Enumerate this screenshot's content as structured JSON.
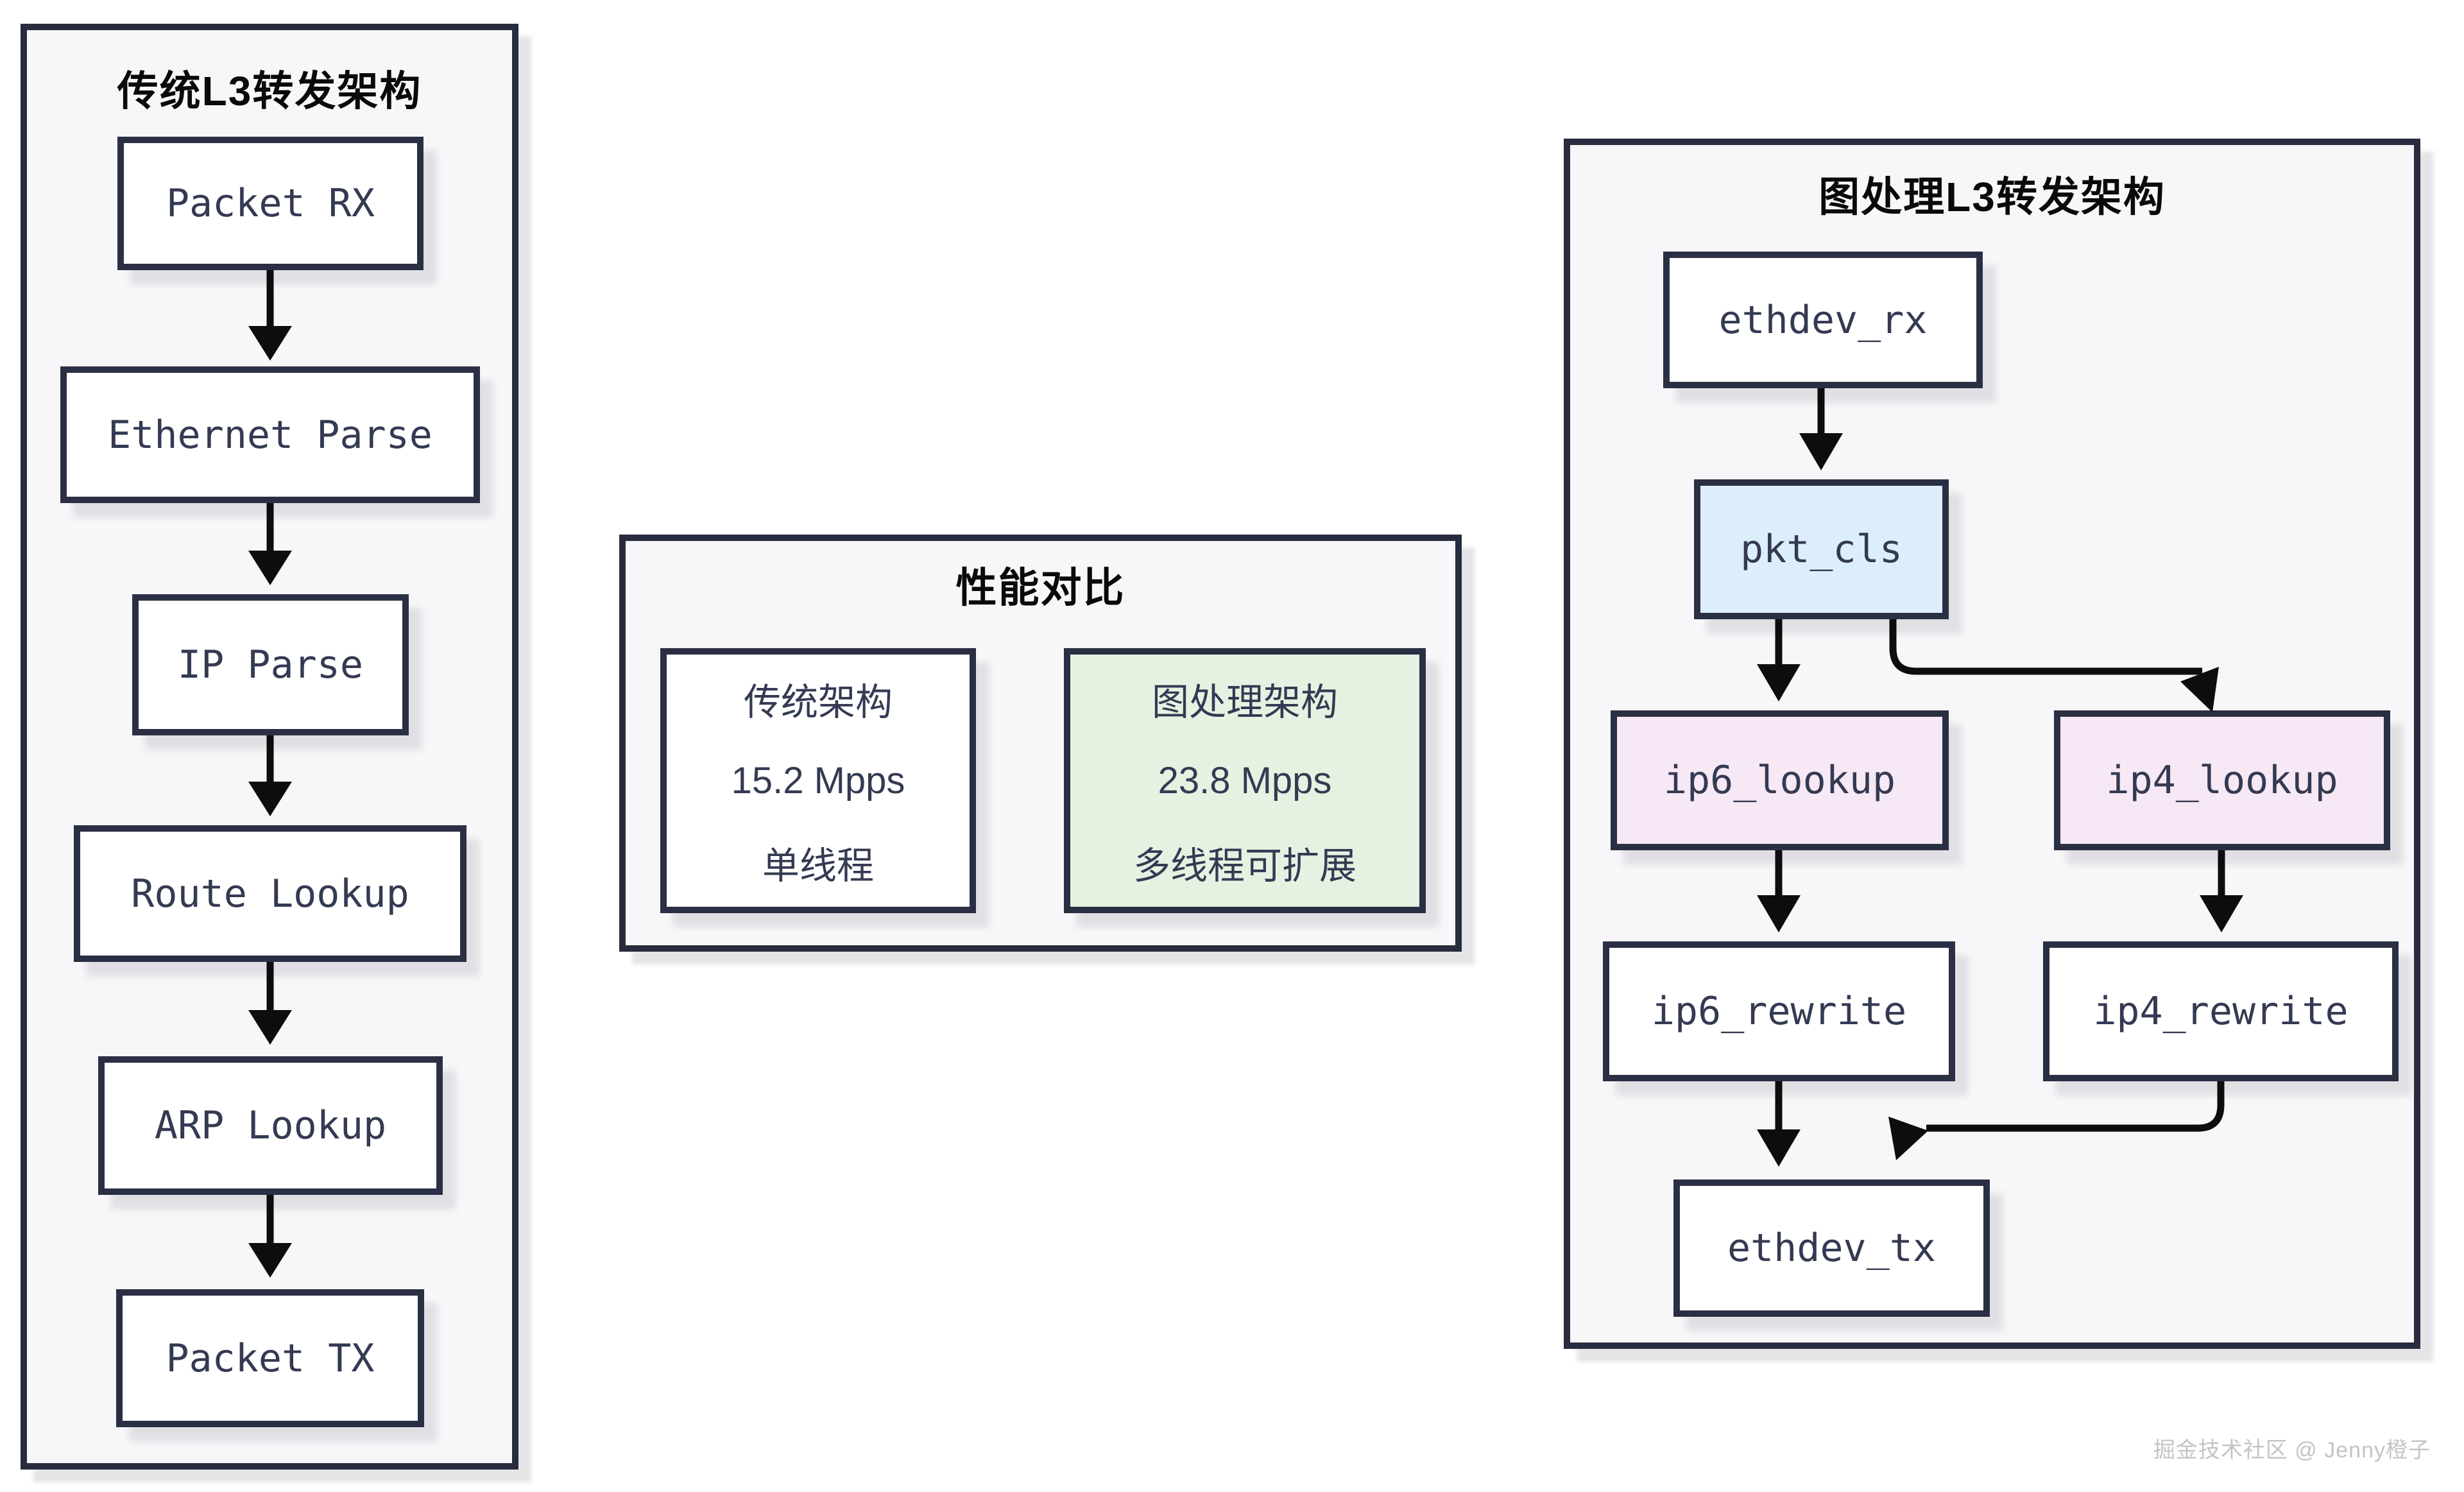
{
  "colors": {
    "page_bg": "#ffffff",
    "panel_bg": "#f7f7f9",
    "panel_border": "#282c3e",
    "node_border": "#2b2f44",
    "node_text": "#343a52",
    "title_text": "#0a0a0a",
    "arrow": "#0d0d0d",
    "node_blue": "#ddeefb",
    "node_pink": "#f6e8f4",
    "node_green": "#e5f2e2",
    "watermark": "#c4c4c6"
  },
  "left_panel": {
    "title": "传统L3转发架构",
    "nodes": [
      {
        "id": "packet-rx",
        "label": "Packet RX"
      },
      {
        "id": "ethernet-parse",
        "label": "Ethernet Parse"
      },
      {
        "id": "ip-parse",
        "label": "IP Parse"
      },
      {
        "id": "route-lookup",
        "label": "Route Lookup"
      },
      {
        "id": "arp-lookup",
        "label": "ARP Lookup"
      },
      {
        "id": "packet-tx",
        "label": "Packet TX"
      }
    ]
  },
  "comparison_panel": {
    "title": "性能对比",
    "traditional": {
      "lines": [
        "传统架构",
        "15.2 Mpps",
        "单线程"
      ]
    },
    "graph": {
      "lines": [
        "图处理架构",
        "23.8 Mpps",
        "多线程可扩展"
      ]
    }
  },
  "right_panel": {
    "title": "图处理L3转发架构",
    "nodes": [
      {
        "id": "ethdev-rx",
        "label": "ethdev_rx"
      },
      {
        "id": "pkt-cls",
        "label": "pkt_cls"
      },
      {
        "id": "ip6-lookup",
        "label": "ip6_lookup"
      },
      {
        "id": "ip4-lookup",
        "label": "ip4_lookup"
      },
      {
        "id": "ip6-rewrite",
        "label": "ip6_rewrite"
      },
      {
        "id": "ip4-rewrite",
        "label": "ip4_rewrite"
      },
      {
        "id": "ethdev-tx",
        "label": "ethdev_tx"
      }
    ]
  },
  "watermark": "掘金技术社区 @ Jenny橙子"
}
